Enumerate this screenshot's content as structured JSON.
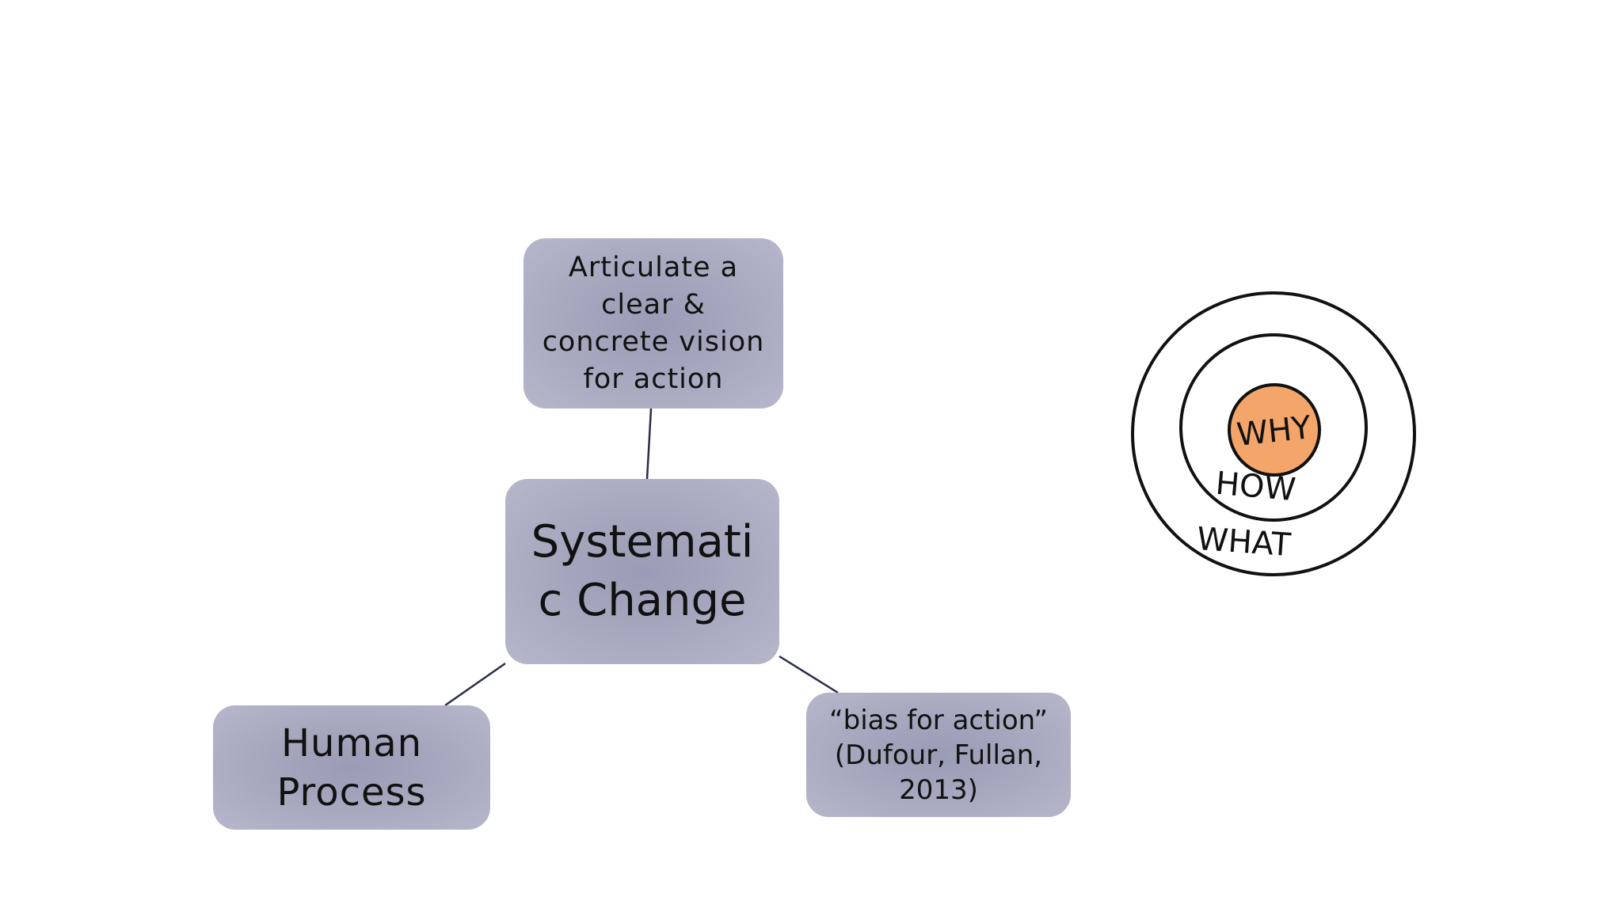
{
  "diagram": {
    "nodes": {
      "top": "Articulate a\nclear &\nconcrete vision\nfor action",
      "center": "Systemati\nc Change",
      "left": "Human\nProcess",
      "right": "“bias for action”\n(Dufour, Fullan,\n2013)"
    }
  },
  "golden_circle": {
    "inner": "WHY",
    "middle": "HOW",
    "outer": "WHAT",
    "colors": {
      "inner_fill": "#f3a56a",
      "stroke": "#111111"
    }
  },
  "colors": {
    "node_fill": "#a9aac0",
    "connector": "#2a2d4a"
  }
}
